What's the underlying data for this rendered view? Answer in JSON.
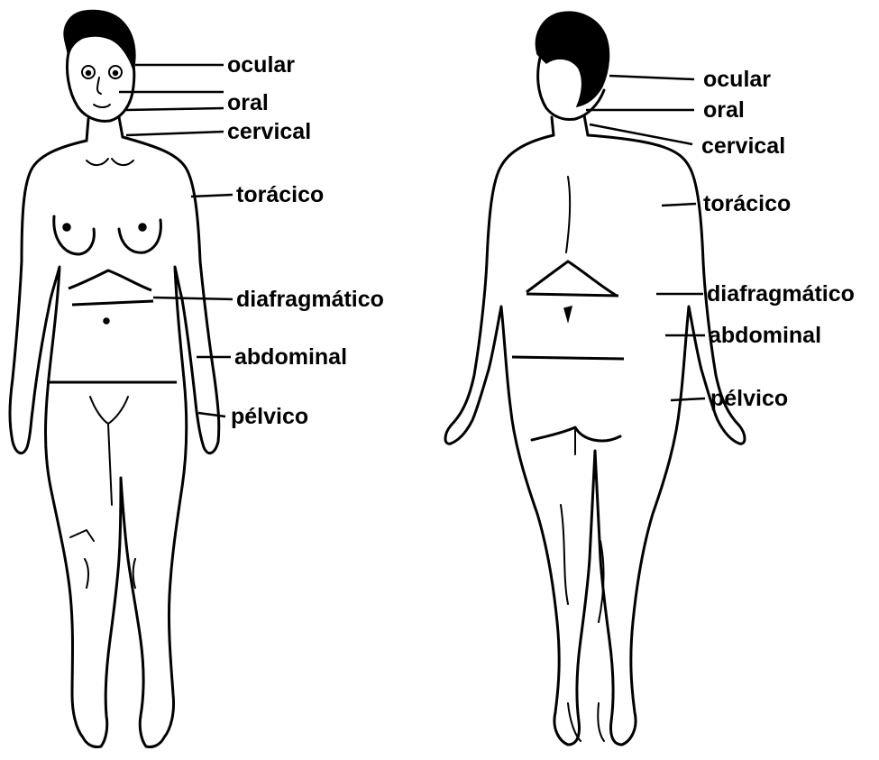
{
  "colors": {
    "ink": "#000000",
    "paper": "#ffffff"
  },
  "front_labels": {
    "ocular": "ocular",
    "oral": "oral",
    "cervical": "cervical",
    "toracico": "torácico",
    "diafragmatico": "diafragmático",
    "abdominal": "abdominal",
    "pelvico": "pélvico"
  },
  "back_labels": {
    "ocular": "ocular",
    "oral": "oral",
    "cervical": "cervical",
    "toracico": "torácico",
    "diafragmatico": "diafragmático",
    "abdominal": "abdominal",
    "pelvico": "pélvico"
  }
}
